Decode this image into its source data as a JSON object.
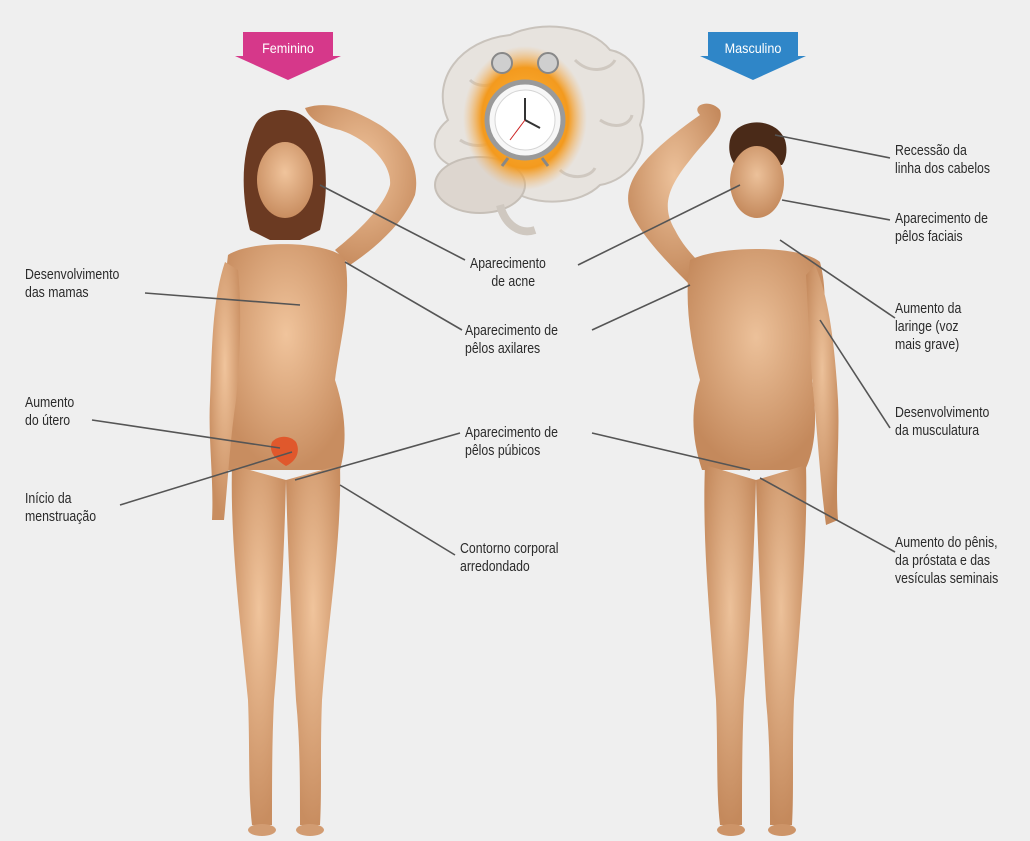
{
  "headers": {
    "female": "Feminino",
    "male": "Masculino"
  },
  "colors": {
    "female_accent": "#d6388a",
    "male_accent": "#2f86c8",
    "clock_glow": "#f39a1e",
    "skin": "#d8a57a",
    "line": "#555555"
  },
  "icons": {
    "brain": "brain-icon",
    "clock": "alarm-clock-icon"
  },
  "labels": {
    "breast": [
      "Desenvolvimento",
      "das mamas"
    ],
    "uterus": [
      "Aumento",
      "do útero"
    ],
    "menstruation": [
      "Início da",
      "menstruação"
    ],
    "acne": [
      "Aparecimento",
      "de acne"
    ],
    "axillary": [
      "Aparecimento de",
      "pêlos axilares"
    ],
    "pubic": [
      "Aparecimento de",
      "pêlos púbicos"
    ],
    "contour": [
      "Contorno corporal",
      "arredondado"
    ],
    "hairline": [
      "Recessão da",
      "linha dos cabelos"
    ],
    "facial_hair": [
      "Aparecimento de",
      "pêlos faciais"
    ],
    "larynx": [
      "Aumento da",
      "laringe (voz",
      "mais grave)"
    ],
    "muscle": [
      "Desenvolvimento",
      "da musculatura"
    ],
    "penis": [
      "Aumento do pênis,",
      "da próstata e das",
      "vesículas seminais"
    ]
  }
}
